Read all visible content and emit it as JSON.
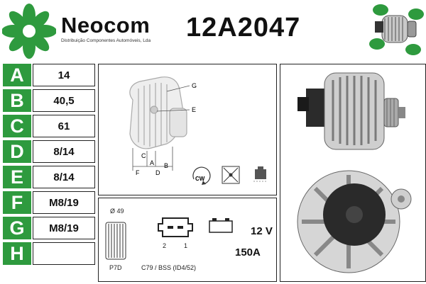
{
  "header": {
    "brand": "Neocom",
    "brand_sub": "Distribuição Componentes Automóveis, Lda",
    "part_number": "12A2047"
  },
  "specs": [
    {
      "letter": "A",
      "value": "14"
    },
    {
      "letter": "B",
      "value": "40,5"
    },
    {
      "letter": "C",
      "value": "61"
    },
    {
      "letter": "D",
      "value": "8/14"
    },
    {
      "letter": "E",
      "value": "8/14"
    },
    {
      "letter": "F",
      "value": "M8/19"
    },
    {
      "letter": "G",
      "value": "M8/19"
    },
    {
      "letter": "H",
      "value": ""
    }
  ],
  "diagram": {
    "labels": {
      "g": "G",
      "e": "E",
      "c": "C",
      "a": "A",
      "b": "B",
      "f": "F",
      "d": "D"
    },
    "rotation": "CW"
  },
  "electrical": {
    "pulley_diameter": "Ø 49",
    "pulley_type": "P7D",
    "pin_2": "2",
    "pin_1": "1",
    "connector_code": "C79 / BSS (ID4/52)",
    "voltage": "12 V",
    "current": "150A"
  },
  "colors": {
    "accent": "#2e9a3e"
  }
}
